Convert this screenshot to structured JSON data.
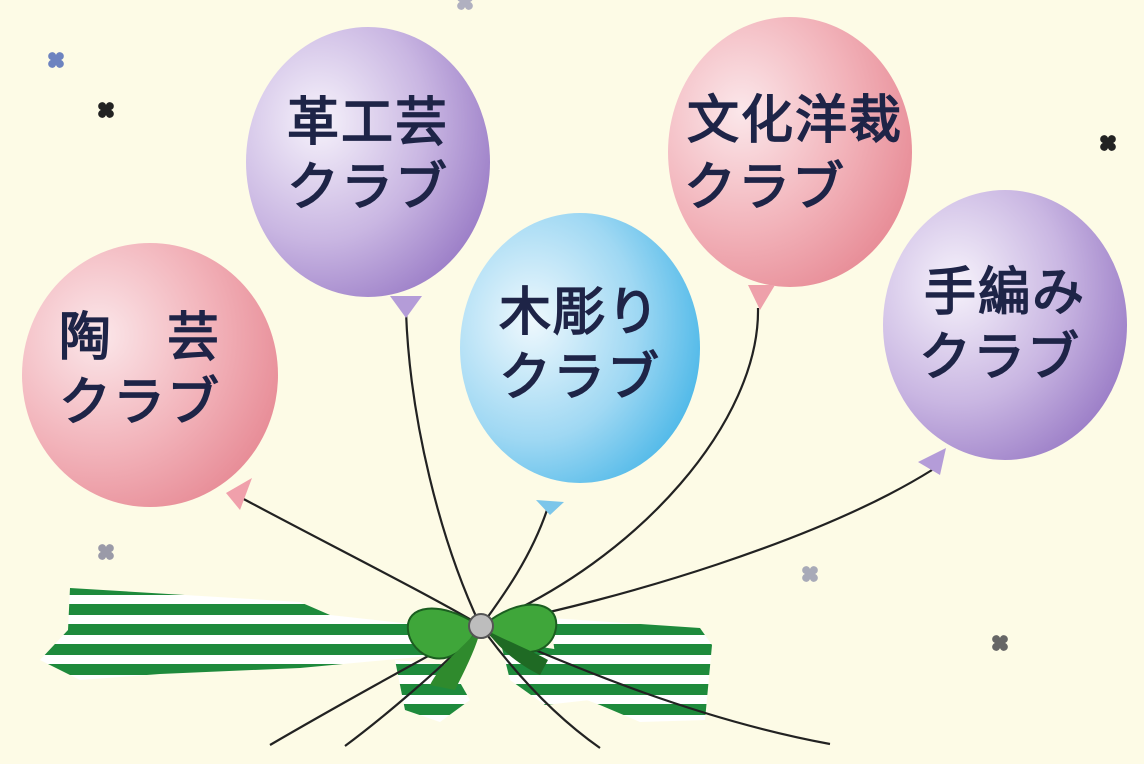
{
  "colors": {
    "background": "#fdfbe6",
    "pink": "#f2a5ad",
    "purple": "#b9a3d8",
    "blue": "#7fc9ee",
    "ribbon_green": "#1e8a3c",
    "bow_green": "#3fa63a",
    "text": "#1e2447"
  },
  "balloons": [
    {
      "line1": "陶　芸",
      "line2": "クラブ",
      "color": "pink"
    },
    {
      "line1": "革工芸",
      "line2": "クラブ",
      "color": "purple"
    },
    {
      "line1": "木彫り",
      "line2": "クラブ",
      "color": "blue"
    },
    {
      "line1": "文化洋裁",
      "line2": "クラブ",
      "color": "pink"
    },
    {
      "line1": "手編み",
      "line2": "クラブ",
      "color": "purple"
    }
  ],
  "decorations": {
    "icon": "clover-icon"
  }
}
